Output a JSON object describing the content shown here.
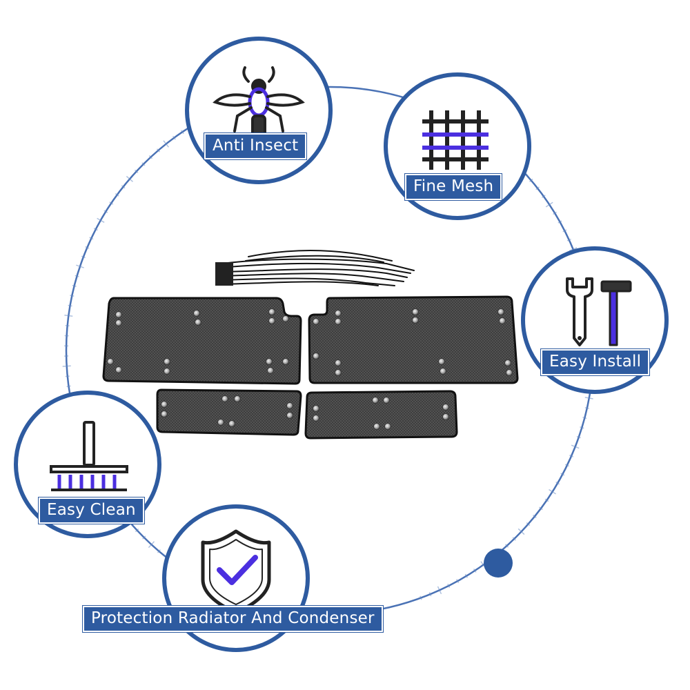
{
  "colors": {
    "accent_blue": "#2e5ba0",
    "ring_blue": "#4a72b5",
    "icon_purple": "#4b2fe0",
    "icon_dark": "#222222",
    "mesh_dark": "#2b2b2b"
  },
  "features": {
    "anti_insect": {
      "label": "Anti Insect",
      "icon": "mosquito-icon"
    },
    "fine_mesh": {
      "label": "Fine Mesh",
      "icon": "mesh-grid-icon"
    },
    "easy_install": {
      "label": "Easy Install",
      "icon": "wrench-hammer-icon"
    },
    "easy_clean": {
      "label": "Easy Clean",
      "icon": "brush-icon"
    },
    "protection": {
      "label": "Protection Radiator And Condenser",
      "icon": "shield-check-icon"
    }
  },
  "product": {
    "panels": 4,
    "items": [
      "mesh-panel-upper-left",
      "mesh-panel-upper-right",
      "mesh-panel-lower-left",
      "mesh-panel-lower-right",
      "cable-ties"
    ]
  }
}
